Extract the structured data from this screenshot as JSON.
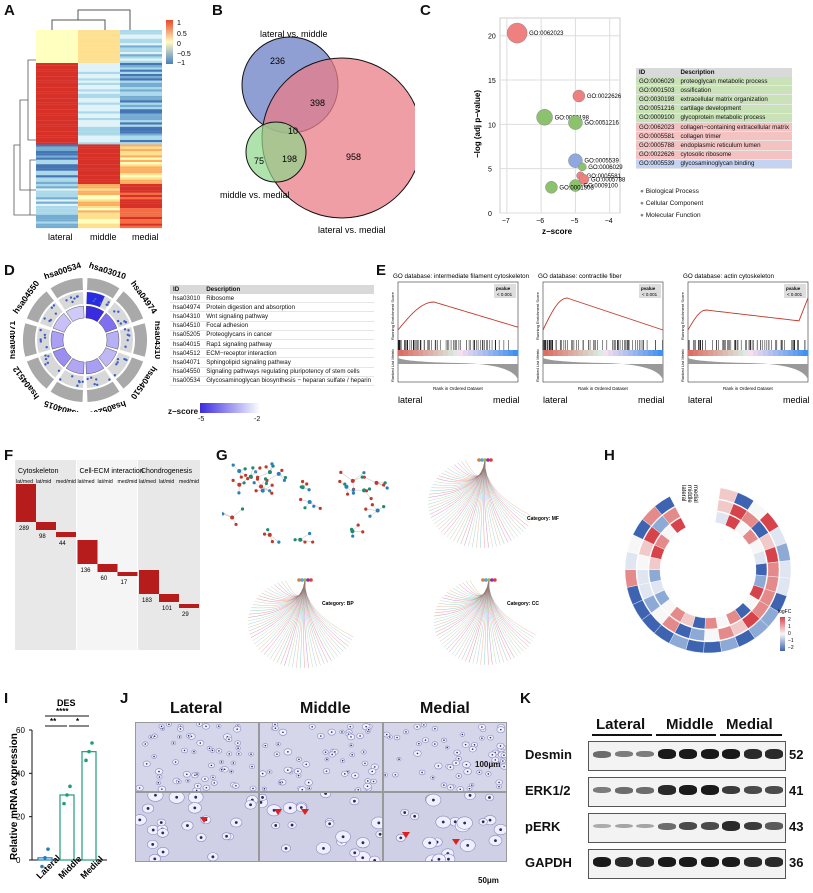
{
  "panels": {
    "A": {
      "letter": "A",
      "cols": [
        "lateral",
        "middle",
        "medial"
      ],
      "legend": [
        "1",
        "0.5",
        "0",
        "−0.5",
        "−1"
      ]
    },
    "B": {
      "letter": "B",
      "sets": [
        "lateral vs. middle",
        "middle vs. medial",
        "lateral vs. medial"
      ],
      "counts": {
        "lm_only": "236",
        "lm_lmed": "398",
        "center": "10",
        "mm_lmed": "198",
        "mm_only": "75",
        "lmed_only": "958"
      }
    },
    "C": {
      "letter": "C",
      "ylabel": "−log (adj p−value)",
      "xlabel": "z−score",
      "xticks": [
        "−7",
        "−6",
        "−5",
        "−4"
      ],
      "yticks": [
        "20",
        "15",
        "10",
        "5",
        "0"
      ],
      "points": [
        {
          "label": "GO:0062023",
          "x": -6.7,
          "y": 20.3,
          "r": 10,
          "color": "#f08080"
        },
        {
          "label": "GO:0022626",
          "x": -4.9,
          "y": 13.2,
          "r": 6,
          "color": "#f08080"
        },
        {
          "label": "GO:0030198",
          "x": -5.9,
          "y": 10.8,
          "r": 8,
          "color": "#8cc26e"
        },
        {
          "label": "GO:0051216",
          "x": -5.0,
          "y": 10.2,
          "r": 7,
          "color": "#8cc26e"
        },
        {
          "label": "GO:0005539",
          "x": -5.0,
          "y": 5.9,
          "r": 7,
          "color": "#8fa9e0"
        },
        {
          "label": "GO:0006029",
          "x": -4.8,
          "y": 5.2,
          "r": 4,
          "color": "#8cc26e"
        },
        {
          "label": "GO:0005581",
          "x": -4.85,
          "y": 4.2,
          "r": 4,
          "color": "#f08080"
        },
        {
          "label": "GO:0005788",
          "x": -4.75,
          "y": 3.8,
          "r": 5,
          "color": "#f08080"
        },
        {
          "label": "GO:0009100",
          "x": -5.0,
          "y": 3.1,
          "r": 6,
          "color": "#8cc26e"
        },
        {
          "label": "GO:0001503",
          "x": -5.7,
          "y": 2.9,
          "r": 6,
          "color": "#8cc26e"
        }
      ],
      "table_head": [
        "ID",
        "Description"
      ],
      "table": [
        [
          "GO:0006029",
          "proteoglycan metabolic process",
          "#c9e2b8"
        ],
        [
          "GO:0001503",
          "ossification",
          "#c9e2b8"
        ],
        [
          "GO:0030198",
          "extracellular matrix organization",
          "#c9e2b8"
        ],
        [
          "GO:0051216",
          "cartilage development",
          "#c9e2b8"
        ],
        [
          "GO:0009100",
          "glycoprotein metabolic process",
          "#c9e2b8"
        ],
        [
          "GO:0062023",
          "collagen−containing extracellular matrix",
          "#f5c2c2"
        ],
        [
          "GO:0005581",
          "collagen trimer",
          "#f5c2c2"
        ],
        [
          "GO:0005788",
          "endoplasmic reticulum lumen",
          "#f5c2c2"
        ],
        [
          "GO:0022626",
          "cytosolic ribosome",
          "#f5c2c2"
        ],
        [
          "GO:0005539",
          "glycosaminoglycan binding",
          "#c5d3f2"
        ]
      ],
      "legend": [
        "Biological Process",
        "Cellular Component",
        "Molecular Function"
      ]
    },
    "D": {
      "letter": "D",
      "ids": [
        "hsa03010",
        "hsa04974",
        "hsa04310",
        "hsa04510",
        "hsa05205",
        "hsa04015",
        "hsa04512",
        "hsa04071",
        "hsa04550",
        "hsa00534"
      ],
      "table_head": [
        "ID",
        "Description"
      ],
      "table": [
        [
          "hsa03010",
          "Ribosome"
        ],
        [
          "hsa04974",
          "Protein digestion and absorption"
        ],
        [
          "hsa04310",
          "Wnt signaling pathway"
        ],
        [
          "hsa04510",
          "Focal adhesion"
        ],
        [
          "hsa05205",
          "Proteoglycans in cancer"
        ],
        [
          "hsa04015",
          "Rap1 signaling pathway"
        ],
        [
          "hsa04512",
          "ECM−receptor interaction"
        ],
        [
          "hsa04071",
          "Sphingolipid signaling pathway"
        ],
        [
          "hsa04550",
          "Signaling pathways regulating pluripotency of stem cells"
        ],
        [
          "hsa00534",
          "Glycosaminoglycan biosynthesis − heparan sulfate / heparin"
        ]
      ],
      "zscore": "z−score",
      "zmin": "-5",
      "zmax": "-2"
    },
    "E": {
      "letter": "E",
      "titles": [
        "GO database: intermediate filament cytoskeleton",
        "GO database: contractile fiber",
        "GO database: actin cytoskeleton"
      ],
      "pvalue": "pvalue",
      "pval": "< 0.001",
      "left": "lateral",
      "right": "medial",
      "xlabel": "Rank in Ordered Dataset",
      "ylabel1": "Running Enrichment Score",
      "ylabel2": "Ranked List Metric"
    },
    "F": {
      "letter": "F",
      "groups": [
        "Cytoskeleton",
        "Cell-ECM interaction",
        "Chondrogenesis"
      ],
      "sub": [
        "lat/med",
        "lat/mid",
        "med/mid"
      ],
      "counts": [
        [
          "289",
          "98",
          "44"
        ],
        [
          "136",
          "60",
          "17"
        ],
        [
          "183",
          "101",
          "29"
        ]
      ]
    },
    "G": {
      "letter": "G",
      "cats": [
        "Category: MF",
        "Category: BP",
        "Category: CC"
      ]
    },
    "H": {
      "letter": "H",
      "rings": [
        "medial",
        "middle",
        "lateral"
      ],
      "legend_title": "logFC",
      "legend": [
        "2",
        "1",
        "0",
        "−1",
        "−2"
      ]
    },
    "I": {
      "letter": "I",
      "title": "DES",
      "ylabel": "Relative mRNA expression",
      "yticks": [
        "60",
        "40",
        "20",
        "0"
      ],
      "cats": [
        "Lateral",
        "Middle",
        "Medial"
      ],
      "values": [
        1,
        30,
        50
      ],
      "sig": [
        "****",
        "**",
        "*"
      ]
    },
    "J": {
      "letter": "J",
      "cols": [
        "Lateral",
        "Middle",
        "Medial"
      ],
      "scale_top": "100μm",
      "scale_bot": "50μm"
    },
    "K": {
      "letter": "K",
      "groups": [
        "Lateral",
        "Middle",
        "Medial"
      ],
      "rows": [
        {
          "name": "Desmin",
          "kd": "52"
        },
        {
          "name": "ERK1/2",
          "kd": "41"
        },
        {
          "name": "pERK",
          "kd": "43"
        },
        {
          "name": "GAPDH",
          "kd": "36"
        }
      ]
    }
  }
}
